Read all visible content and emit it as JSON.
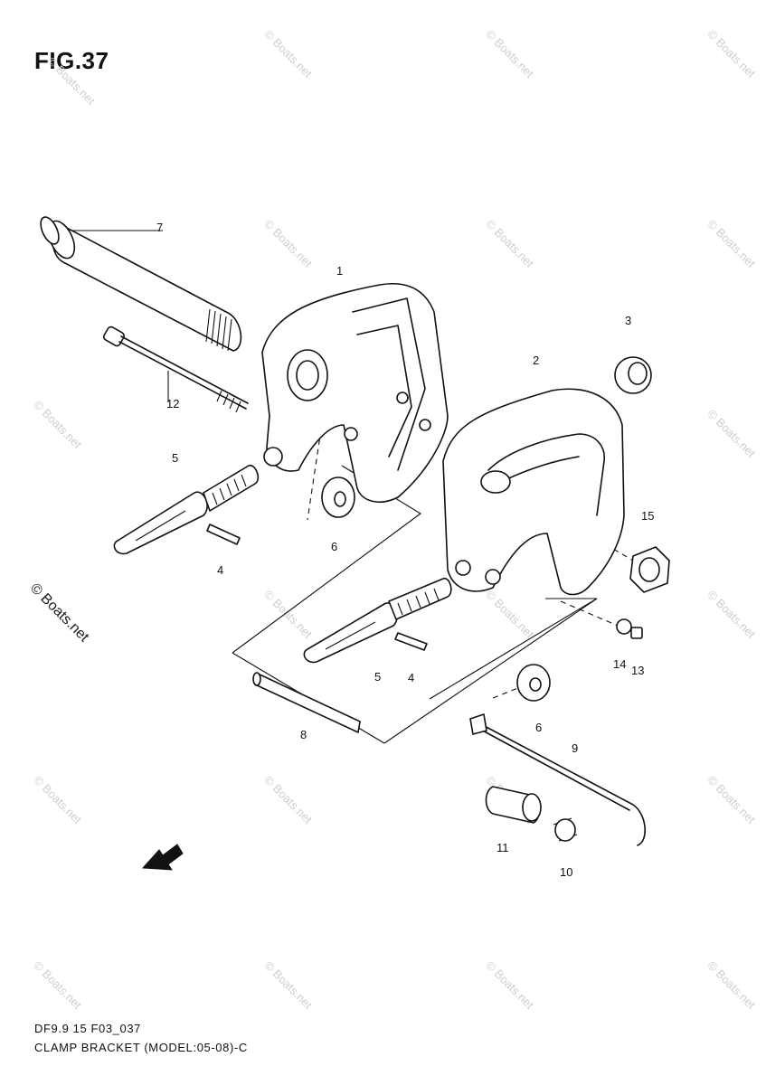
{
  "figure": {
    "title": "FIG.37"
  },
  "callouts": [
    "1",
    "2",
    "3",
    "4",
    "4",
    "5",
    "5",
    "6",
    "6",
    "7",
    "8",
    "9",
    "10",
    "11",
    "12",
    "13",
    "14",
    "15"
  ],
  "footer": {
    "code": "DF9.9 15 F03_037",
    "caption": "CLAMP BRACKET (MODEL:05-08)-C"
  },
  "watermark": {
    "text": "© Boats.net"
  }
}
